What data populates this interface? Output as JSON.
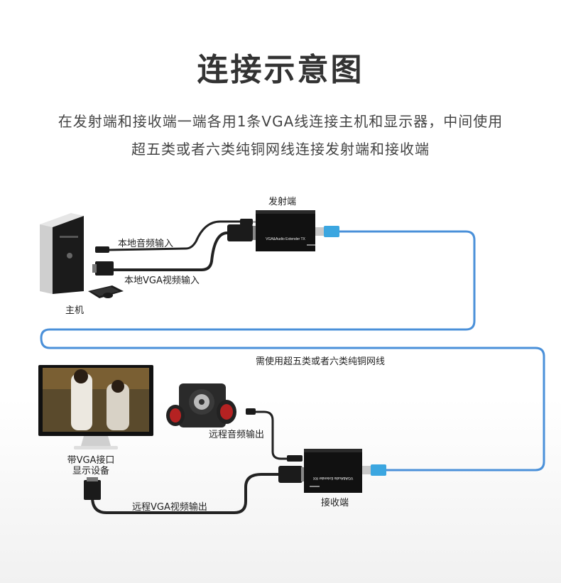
{
  "title": "连接示意图",
  "description": {
    "line1": "在发射端和接收端一端各用1条VGA线连接主机和显示器，中间使用",
    "line2": "超五类或者六类纯铜网线连接发射端和接收端"
  },
  "labels": {
    "transmitter": "发射端",
    "receiver": "接收端",
    "host": "主机",
    "local_audio_input": "本地音频输入",
    "local_vga_input": "本地VGA视频输入",
    "cable_note": "需使用超五类或者六类纯铜网线",
    "remote_audio_output": "远程音频输出",
    "display_device_line1": "带VGA接口",
    "display_device_line2": "显示设备",
    "remote_vga_output": "远程VGA视频输出",
    "tx_device_text": "VGA&Audio Extender TX",
    "rx_device_text": "VGA&Audio Extender RX"
  },
  "colors": {
    "network_cable": "#4a90d9",
    "device_body": "#111111",
    "cable_black": "#222222",
    "rj45_plug": "#3ba6e0"
  }
}
